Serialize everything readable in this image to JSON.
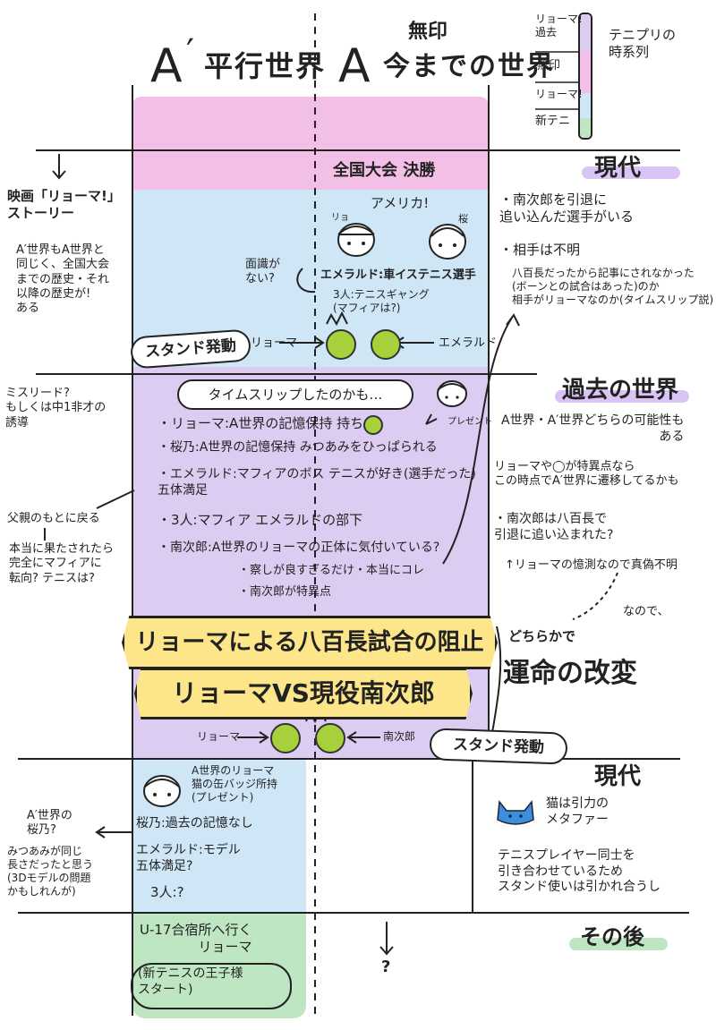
{
  "columns": {
    "a_prime": {
      "letter": "A",
      "prime": "′",
      "title": "平行世界"
    },
    "a": {
      "letter": "A",
      "note": "無印",
      "title": "今までの世界"
    }
  },
  "legend": {
    "items": [
      "リョーマ!\n過去",
      "無印",
      "リョーマ!",
      "新テニ"
    ],
    "label": "テニプリの\n時系列"
  },
  "eras": {
    "present": "現代",
    "past": "過去の世界",
    "present2": "現代",
    "after": "その後"
  },
  "left_notes": {
    "movie": "映画「リョーマ!」\nストーリー",
    "history": "A′世界もA世界と\n同じく、全国大会\nまでの歴史・それ\n以降の歴史が!\nある",
    "misread": "ミスリード?\nもしくは中1非才の\n誘導",
    "father": "父親のもとに戻る",
    "mafia_q": "本当に果たされたら\n完全にマフィアに\n転向? テニスは?",
    "sakuno": "A′世界の\n桜乃?",
    "mitsuami": "みつあみが同じ\n長さだったと思う\n(3Dモデルの問題\nかもしれんが)"
  },
  "present": {
    "final": "全国大会 決勝",
    "america": "アメリカ!",
    "ryo_tag": "リョ",
    "sakura_tag": "桜",
    "no_meet": "面識が\nない?",
    "emerald": "エメラルド:車イステニス選手",
    "three": "3人:テニスギャング\n(マフィアは?)",
    "stand": "スタンド発動",
    "ryoma": "リョーマ",
    "emerald_short": "エメラルド"
  },
  "right_present": {
    "retire": "・南次郎を引退に\n追い込んだ選手がいる",
    "opponent": "・相手は不明",
    "detail": "八百長だったから記事にされなかった\n(ボーンとの試合はあった)のか\n相手がリョーマなのか(タイムスリップ説)"
  },
  "past": {
    "timeslip": "タイムスリップしたのかも…",
    "ryoma_line": "・リョーマ:A世界の記憶保持 持ち",
    "present_tag": "プレゼント",
    "sakuno_line": "・桜乃:A世界の記憶保持 みつあみをひっぱられる",
    "emerald_line": "・エメラルド:マフィアのボス テニスが好き(選手だった)\n五体満足",
    "three_line": "・3人:マフィア エメラルドの部下",
    "nanjiro_line": "・南次郎:A世界のリョーマの正体に気付いている?",
    "nanjiro_sub1": "・察しが良すぎるだけ・本当にコレ",
    "nanjiro_sub2": "・南次郎が特異点",
    "banner1": "リョーマによる八百長試合の阻止",
    "banner2": "リョーマVS現役南次郎",
    "ryoma": "リョーマ",
    "nanjiro": "南次郎",
    "stand": "スタンド発動"
  },
  "right_past": {
    "possibility": "A世界・A′世界どちらの可能性も\nある",
    "singular": "リョーマや◯が特異点なら\nこの時点でA′世界に遷移してるかも",
    "nanjiro_q": "・南次郎は八百長で\n引退に追い込まれた?",
    "unknown": "↑リョーマの憶測なので真偽不明",
    "nanode": "なので、",
    "either": "どちらかで",
    "fate": "運命の改変"
  },
  "present2": {
    "ryoma_a": "A世界のリョーマ\n猫の缶バッジ所持\n(プレゼント)",
    "sakuno": "桜乃:過去の記憶なし",
    "emerald": "エメラルド:モデル\n五体満足?",
    "three": "3人:?",
    "cat": "猫は引力の\nメタファー",
    "tennis": "テニスプレイヤー同士を\n引き合わせているため\nスタンド使いは引かれ合うし"
  },
  "after": {
    "u17": "U-17合宿所へ行く\nリョーマ",
    "shintenis": "(新テニスの王子様\nスタート)",
    "q": "?"
  },
  "colors": {
    "pink": "#f4bfe6",
    "blue": "#cfe6f7",
    "lavender": "#dcccf1",
    "green": "#bfe6c2",
    "yellow": "#fde58a",
    "ball": "#a6d13a",
    "cat": "#3b8fe0"
  }
}
